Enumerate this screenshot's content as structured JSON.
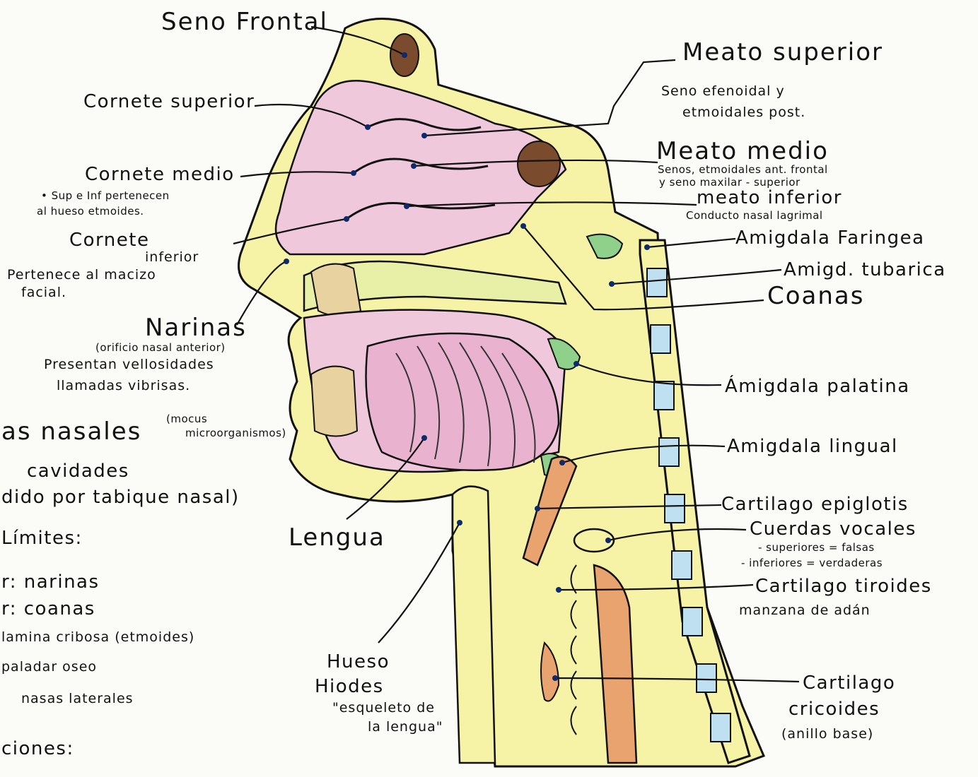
{
  "colors": {
    "bone": "#f6f2a6",
    "mucosa": "#f0c8dc",
    "tongue": "#e9b3cf",
    "sinus": "#7a4b2c",
    "tonsil": "#8fd18a",
    "cartilage": "#e8a36f",
    "spine_blue": "#bfe0f0",
    "ink": "#111111",
    "dot": "#0d2a6b"
  },
  "labels": {
    "seno_frontal": "Seno Frontal",
    "cornete_superior": "Cornete superior",
    "cornete_medio": "Cornete medio",
    "cornete_medio_note_1": "• Sup e Inf pertenecen",
    "cornete_medio_note_2": "al hueso etmoides.",
    "cornete_inferior_1": "Cornete",
    "cornete_inferior_2": "inferior",
    "cornete_inferior_note_1": "Pertenece al macizo",
    "cornete_inferior_note_2": "facial.",
    "narinas": "Narinas",
    "narinas_sub": "(orificio nasal anterior)",
    "narinas_note_1": "Presentan vellosidades",
    "narinas_note_2": "llamadas vibrisas.",
    "left_1": "as nasales",
    "left_1_note_1": "(mocus",
    "left_1_note_2": "microorganismos)",
    "left_2": "cavidades",
    "left_3": "dido por tabique nasal)",
    "left_4": "Límites:",
    "left_5": "r: narinas",
    "left_6": "r: coanas",
    "left_7": "lamina cribosa (etmoides)",
    "left_8": "paladar oseo",
    "left_9": "nasas laterales",
    "left_10": "ciones:",
    "lengua": "Lengua",
    "hueso_hioides_1": "Hueso",
    "hueso_hioides_2": "Hiodes",
    "hueso_hioides_3": "\"esqueleto de",
    "hueso_hioides_4": "la lengua\"",
    "meato_superior": "Meato superior",
    "meato_superior_note_1": "Seno efenoidal y",
    "meato_superior_note_2": "etmoidales post.",
    "meato_medio": "Meato medio",
    "meato_medio_note_1": "Senos, etmoidales ant. frontal",
    "meato_medio_note_2": "y seno maxilar - superior",
    "meato_inferior": "meato inferior",
    "meato_inferior_note": "Conducto nasal lagrimal",
    "amigdala_faringea": "Amigdala Faringea",
    "amigd_tubarica": "Amigd. tubarica",
    "coanas": "Coanas",
    "amigdala_palatina": "Ámigdala palatina",
    "amigdala_lingual": "Amigdala lingual",
    "cartilago_epiglotis": "Cartilago epiglotis",
    "cuerdas_vocales": "Cuerdas vocales",
    "cuerdas_vocales_note_1": "- superiores = falsas",
    "cuerdas_vocales_note_2": "- inferiores = verdaderas",
    "cartilago_tiroides": "Cartilago tiroides",
    "cartilago_tiroides_note": "manzana de adán",
    "cartilago_cricoides_1": "Cartilago",
    "cartilago_cricoides_2": "cricoides",
    "cartilago_cricoides_3": "(anillo base)"
  }
}
